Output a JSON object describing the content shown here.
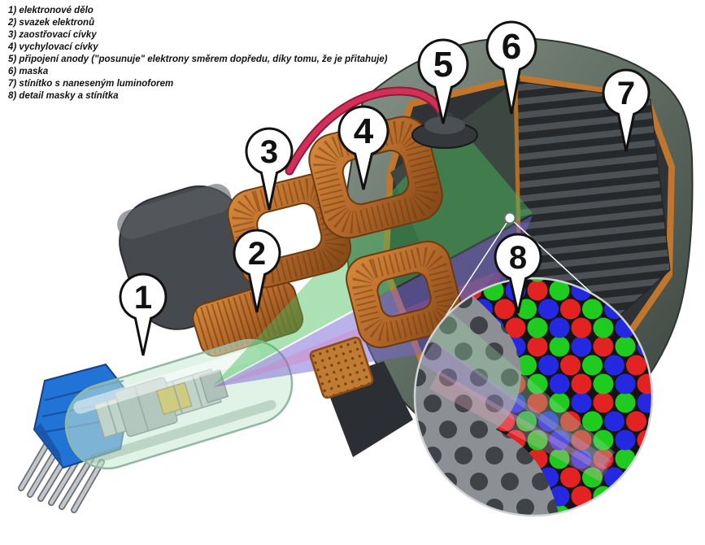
{
  "legend": {
    "items": [
      {
        "text": "1) elektronové dělo"
      },
      {
        "text": "2) svazek elektronů"
      },
      {
        "text": "3) zaostřovací cívky"
      },
      {
        "text": "4) vychylovací cívky"
      },
      {
        "text": "5) připojení anody (\"posunuje\" elektrony směrem dopředu, díky tomu, že je přitahuje)"
      },
      {
        "text": "6) maska"
      },
      {
        "text": "7) stínítko s naneseným luminoforem"
      },
      {
        "text": "8) detail masky a stínítka"
      }
    ]
  },
  "markers": [
    {
      "n": "1"
    },
    {
      "n": "2"
    },
    {
      "n": "3"
    },
    {
      "n": "4"
    },
    {
      "n": "5"
    },
    {
      "n": "6"
    },
    {
      "n": "7"
    },
    {
      "n": "8"
    }
  ],
  "colors": {
    "phosphor_red": "#e32222",
    "phosphor_green": "#1ecb1e",
    "phosphor_blue": "#2428e0",
    "cable_red": "#d23058",
    "socket_blue": "#2273d6",
    "copper": "#b4682a",
    "casing_green_gray": "#5d6a60",
    "beam_green": "#48bc5e",
    "beam_purple": "#7a66d8",
    "glass_green": "#cde8d4"
  }
}
